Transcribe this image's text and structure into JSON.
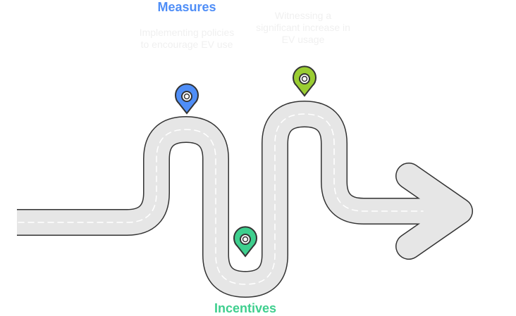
{
  "milestones": [
    {
      "title": "Measures",
      "description": "Implementing policies to encourage EV use",
      "color": "#4f8ef7"
    },
    {
      "title": "Incentives",
      "color": "#3ecf8e"
    },
    {
      "title": "",
      "description": "Witnessing a significant increase in EV usage",
      "color": "#9acd32"
    }
  ]
}
